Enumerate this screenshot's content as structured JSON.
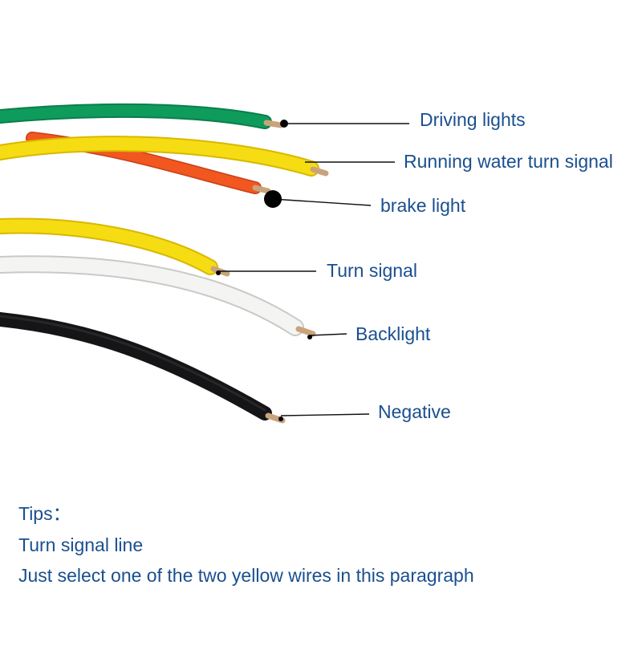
{
  "colors": {
    "label_text": "#1a4f8f",
    "green_wire": "#0e9b5c",
    "yellow_wire": "#f6dc12",
    "orange_wire": "#f1571e",
    "white_wire": "#f4f4f2",
    "black_wire": "#151517",
    "copper": "#c9a37c",
    "leader_line": "#111111"
  },
  "wires": [
    {
      "id": "driving-lights",
      "label": "Driving lights",
      "color": "green",
      "icon": "wire-green-icon"
    },
    {
      "id": "running-water-turn-signal",
      "label": "Running water turn signal",
      "color": "yellow",
      "icon": "wire-yellow-icon"
    },
    {
      "id": "brake-light",
      "label": "brake light",
      "color": "orange",
      "icon": "wire-orange-icon"
    },
    {
      "id": "turn-signal",
      "label": "Turn signal",
      "color": "yellow",
      "icon": "wire-yellow-icon"
    },
    {
      "id": "backlight",
      "label": "Backlight",
      "color": "white",
      "icon": "wire-white-icon"
    },
    {
      "id": "negative",
      "label": "Negative",
      "color": "black",
      "icon": "wire-black-icon"
    }
  ],
  "tips": {
    "heading": "Tips：",
    "line1": "Turn signal line",
    "line2": "Just select one of the two yellow wires in this paragraph"
  }
}
